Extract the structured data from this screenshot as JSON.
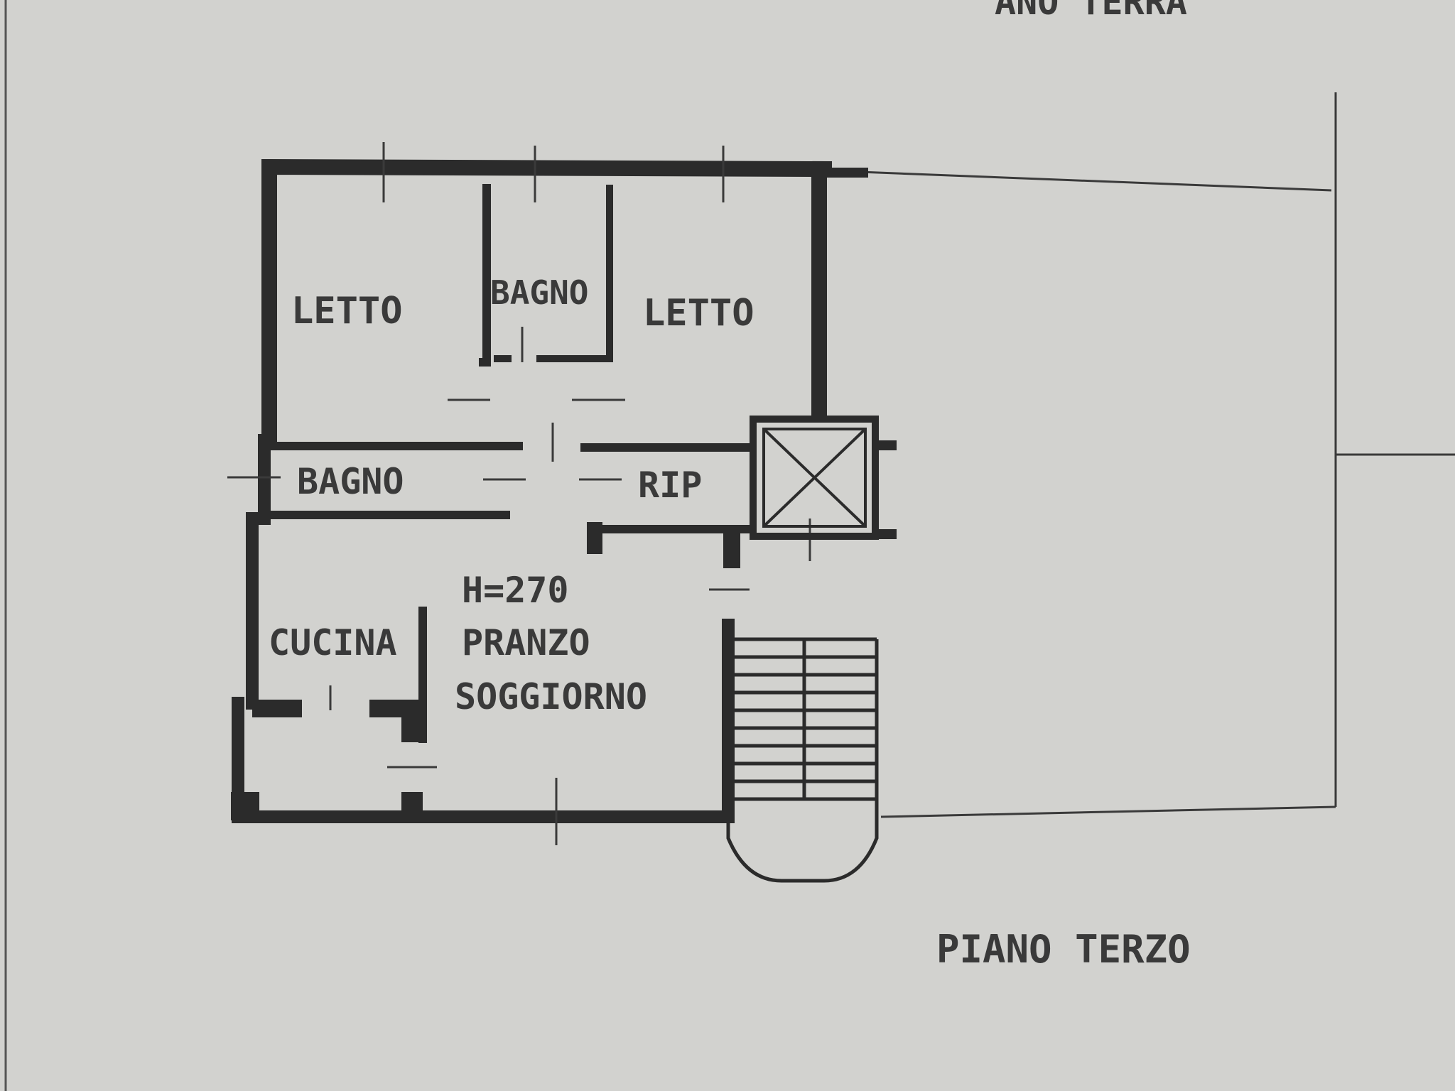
{
  "header_text": "ANO TERRA",
  "footer_label": "PIANO TERZO",
  "rooms": {
    "bedroom_left": "LETTO",
    "bathroom_top": "BAGNO",
    "bedroom_right": "LETTO",
    "bathroom_left": "BAGNO",
    "storage": "RIP",
    "kitchen": "CUCINA",
    "ceiling_height": "H=270",
    "dining": "PRANZO",
    "living": "SOGGIORNO"
  }
}
